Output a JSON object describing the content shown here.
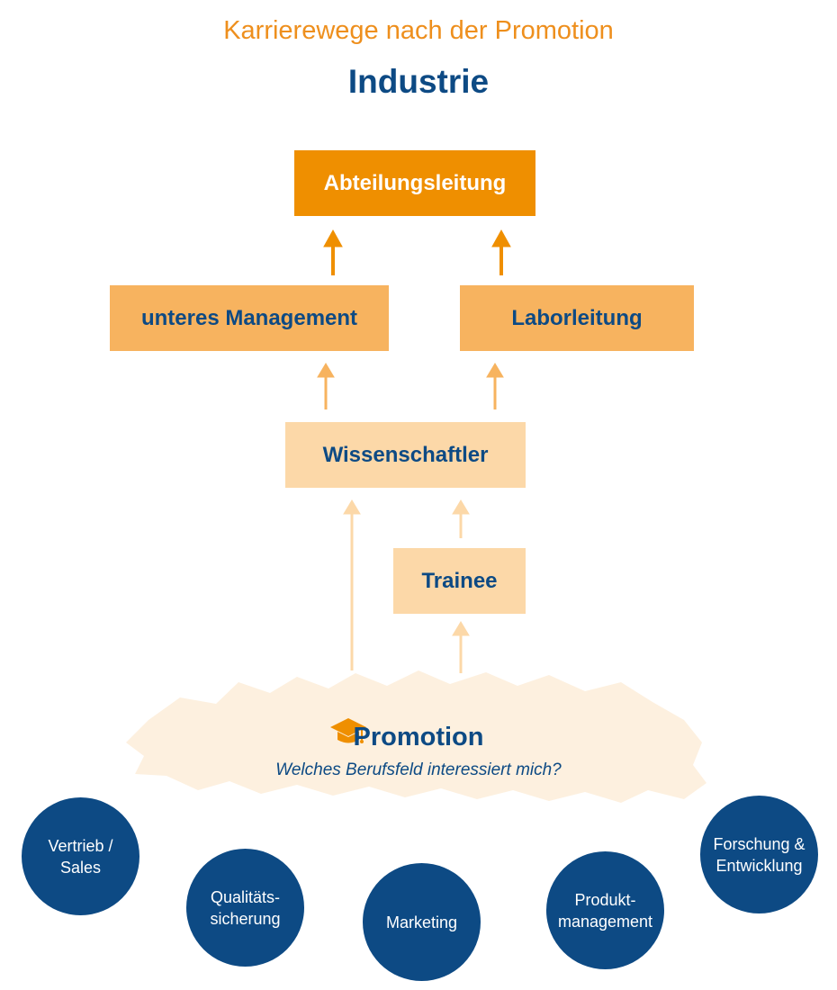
{
  "header": {
    "subtitle": "Karrierewege nach der Promotion",
    "title": "Industrie"
  },
  "boxes": {
    "abteilungsleitung": "Abteilungsleitung",
    "unteres_management": "unteres Management",
    "laborleitung": "Laborleitung",
    "wissenschaftler": "Wissenschaftler",
    "trainee": "Trainee"
  },
  "promotion": {
    "label": "Promotion",
    "question": "Welches Berufsfeld interessiert mich?"
  },
  "fields": [
    "Vertrieb /\nSales",
    "Qualitäts-\nsicherung",
    "Marketing",
    "Produkt-\nmanagement",
    "Forschung &\nEntwicklung"
  ],
  "colors": {
    "navy": "#0d4a84",
    "orange_dark": "#ef8f00",
    "orange_mid": "#f7b35f",
    "orange_light": "#fcd8a8",
    "cloud": "#fdf0df"
  },
  "icons": [
    "graduation-cap-icon"
  ]
}
